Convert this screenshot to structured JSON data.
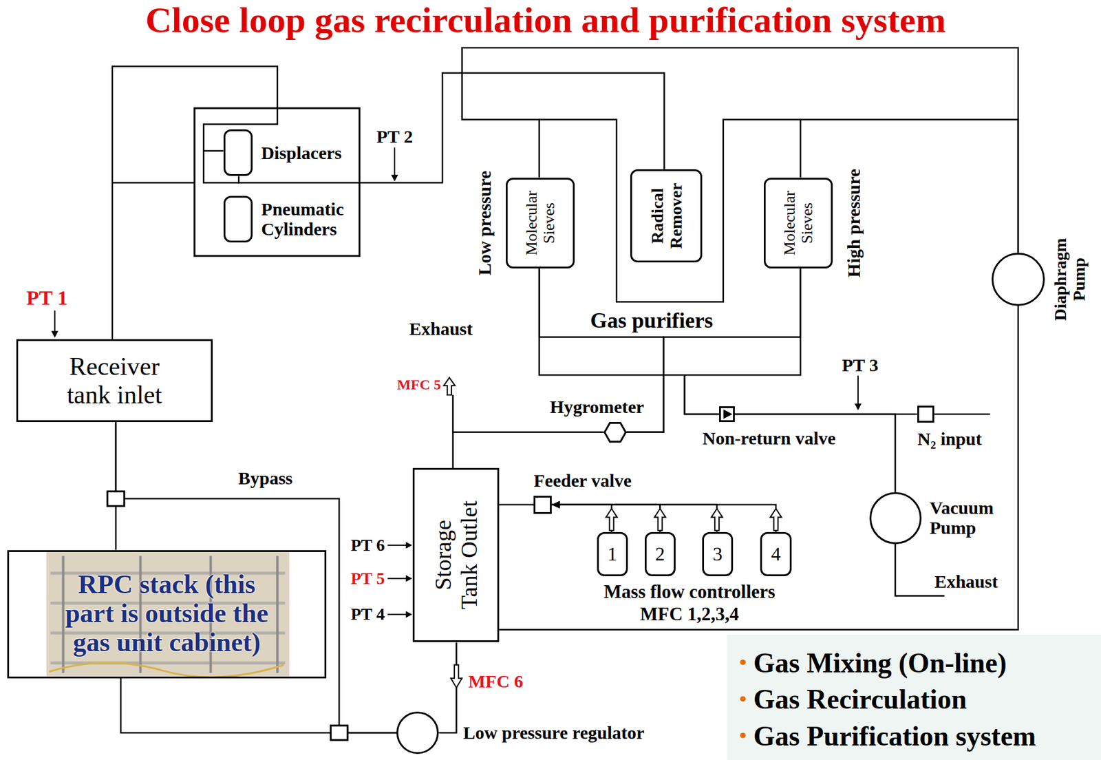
{
  "diagram": {
    "title": "Close loop gas recirculation and purification system",
    "nodes": [
      {
        "text": [
          "Receiver tank inlet"
        ]
      },
      {
        "text": [
          "Displacers"
        ]
      },
      {
        "text": [
          "Pneumatic Cylinders"
        ]
      },
      {
        "text": [
          "Molecular Sieves",
          "Low pressure"
        ]
      },
      {
        "text": [
          "Radical Remover"
        ]
      },
      {
        "text": [
          "Molecular Sieves",
          "High pressure"
        ]
      },
      {
        "text": [
          "Diaphragm Pump"
        ]
      },
      {
        "text": [
          "Hygrometer"
        ]
      },
      {
        "text": [
          "Non-return valve"
        ]
      },
      {
        "text": [
          "N₂ input"
        ]
      },
      {
        "text": [
          "Storage Tank Outlet"
        ]
      },
      {
        "text": [
          "Feeder valve"
        ]
      },
      {
        "text": [
          "1"
        ]
      },
      {
        "text": [
          "2"
        ]
      },
      {
        "text": [
          "3"
        ]
      },
      {
        "text": [
          "4"
        ]
      },
      {
        "text": [
          "Vacuum Pump"
        ]
      },
      {
        "text": [
          "RPC stack (this part is outside the gas unit cabinet)"
        ]
      },
      {
        "text": [
          "Low pressure regulator"
        ]
      }
    ],
    "edges": [
      {
        "from": 17,
        "to": 0,
        "arrow": "none"
      },
      {
        "from": 0,
        "to": 1,
        "arrow": "none"
      },
      {
        "from": 1,
        "to": 4,
        "arrow": "none"
      },
      {
        "from": 6,
        "to": 3,
        "arrow": "none"
      },
      {
        "from": 6,
        "to": 5,
        "arrow": "none"
      },
      {
        "from": 3,
        "to": 7,
        "arrow": "none"
      },
      {
        "from": 5,
        "to": 7,
        "arrow": "none"
      },
      {
        "from": 3,
        "to": 8,
        "arrow": "none"
      },
      {
        "from": 5,
        "to": 8,
        "arrow": "none"
      },
      {
        "from": 7,
        "to": 10,
        "arrow": "none"
      },
      {
        "from": 8,
        "to": 9,
        "arrow": "none"
      },
      {
        "from": 8,
        "to": 16,
        "arrow": "none"
      },
      {
        "from": 11,
        "to": 10,
        "arrow": "none"
      },
      {
        "from": 12,
        "to": 11,
        "arrow": "to"
      },
      {
        "from": 13,
        "to": 11,
        "arrow": "to"
      },
      {
        "from": 14,
        "to": 11,
        "arrow": "to"
      },
      {
        "from": 15,
        "to": 11,
        "arrow": "to"
      },
      {
        "from": 10,
        "to": 6,
        "arrow": "none"
      },
      {
        "from": 10,
        "to": 18,
        "arrow": "none"
      },
      {
        "from": 18,
        "to": 17,
        "arrow": "none"
      },
      {
        "from": 18,
        "to": 0,
        "label": "Bypass",
        "arrow": "none"
      }
    ],
    "labels": [
      "PT 1",
      "PT 2",
      "PT 3",
      "PT 4",
      "PT 5",
      "PT 6",
      "Exhaust",
      "MFC 5",
      "Gas purifiers",
      "Mass flow controllers",
      "MFC 1,2,3,4",
      "Exhaust",
      "MFC 6",
      "Gas Mixing (On-line)",
      "Gas Recirculation",
      "Gas Purification system"
    ]
  }
}
